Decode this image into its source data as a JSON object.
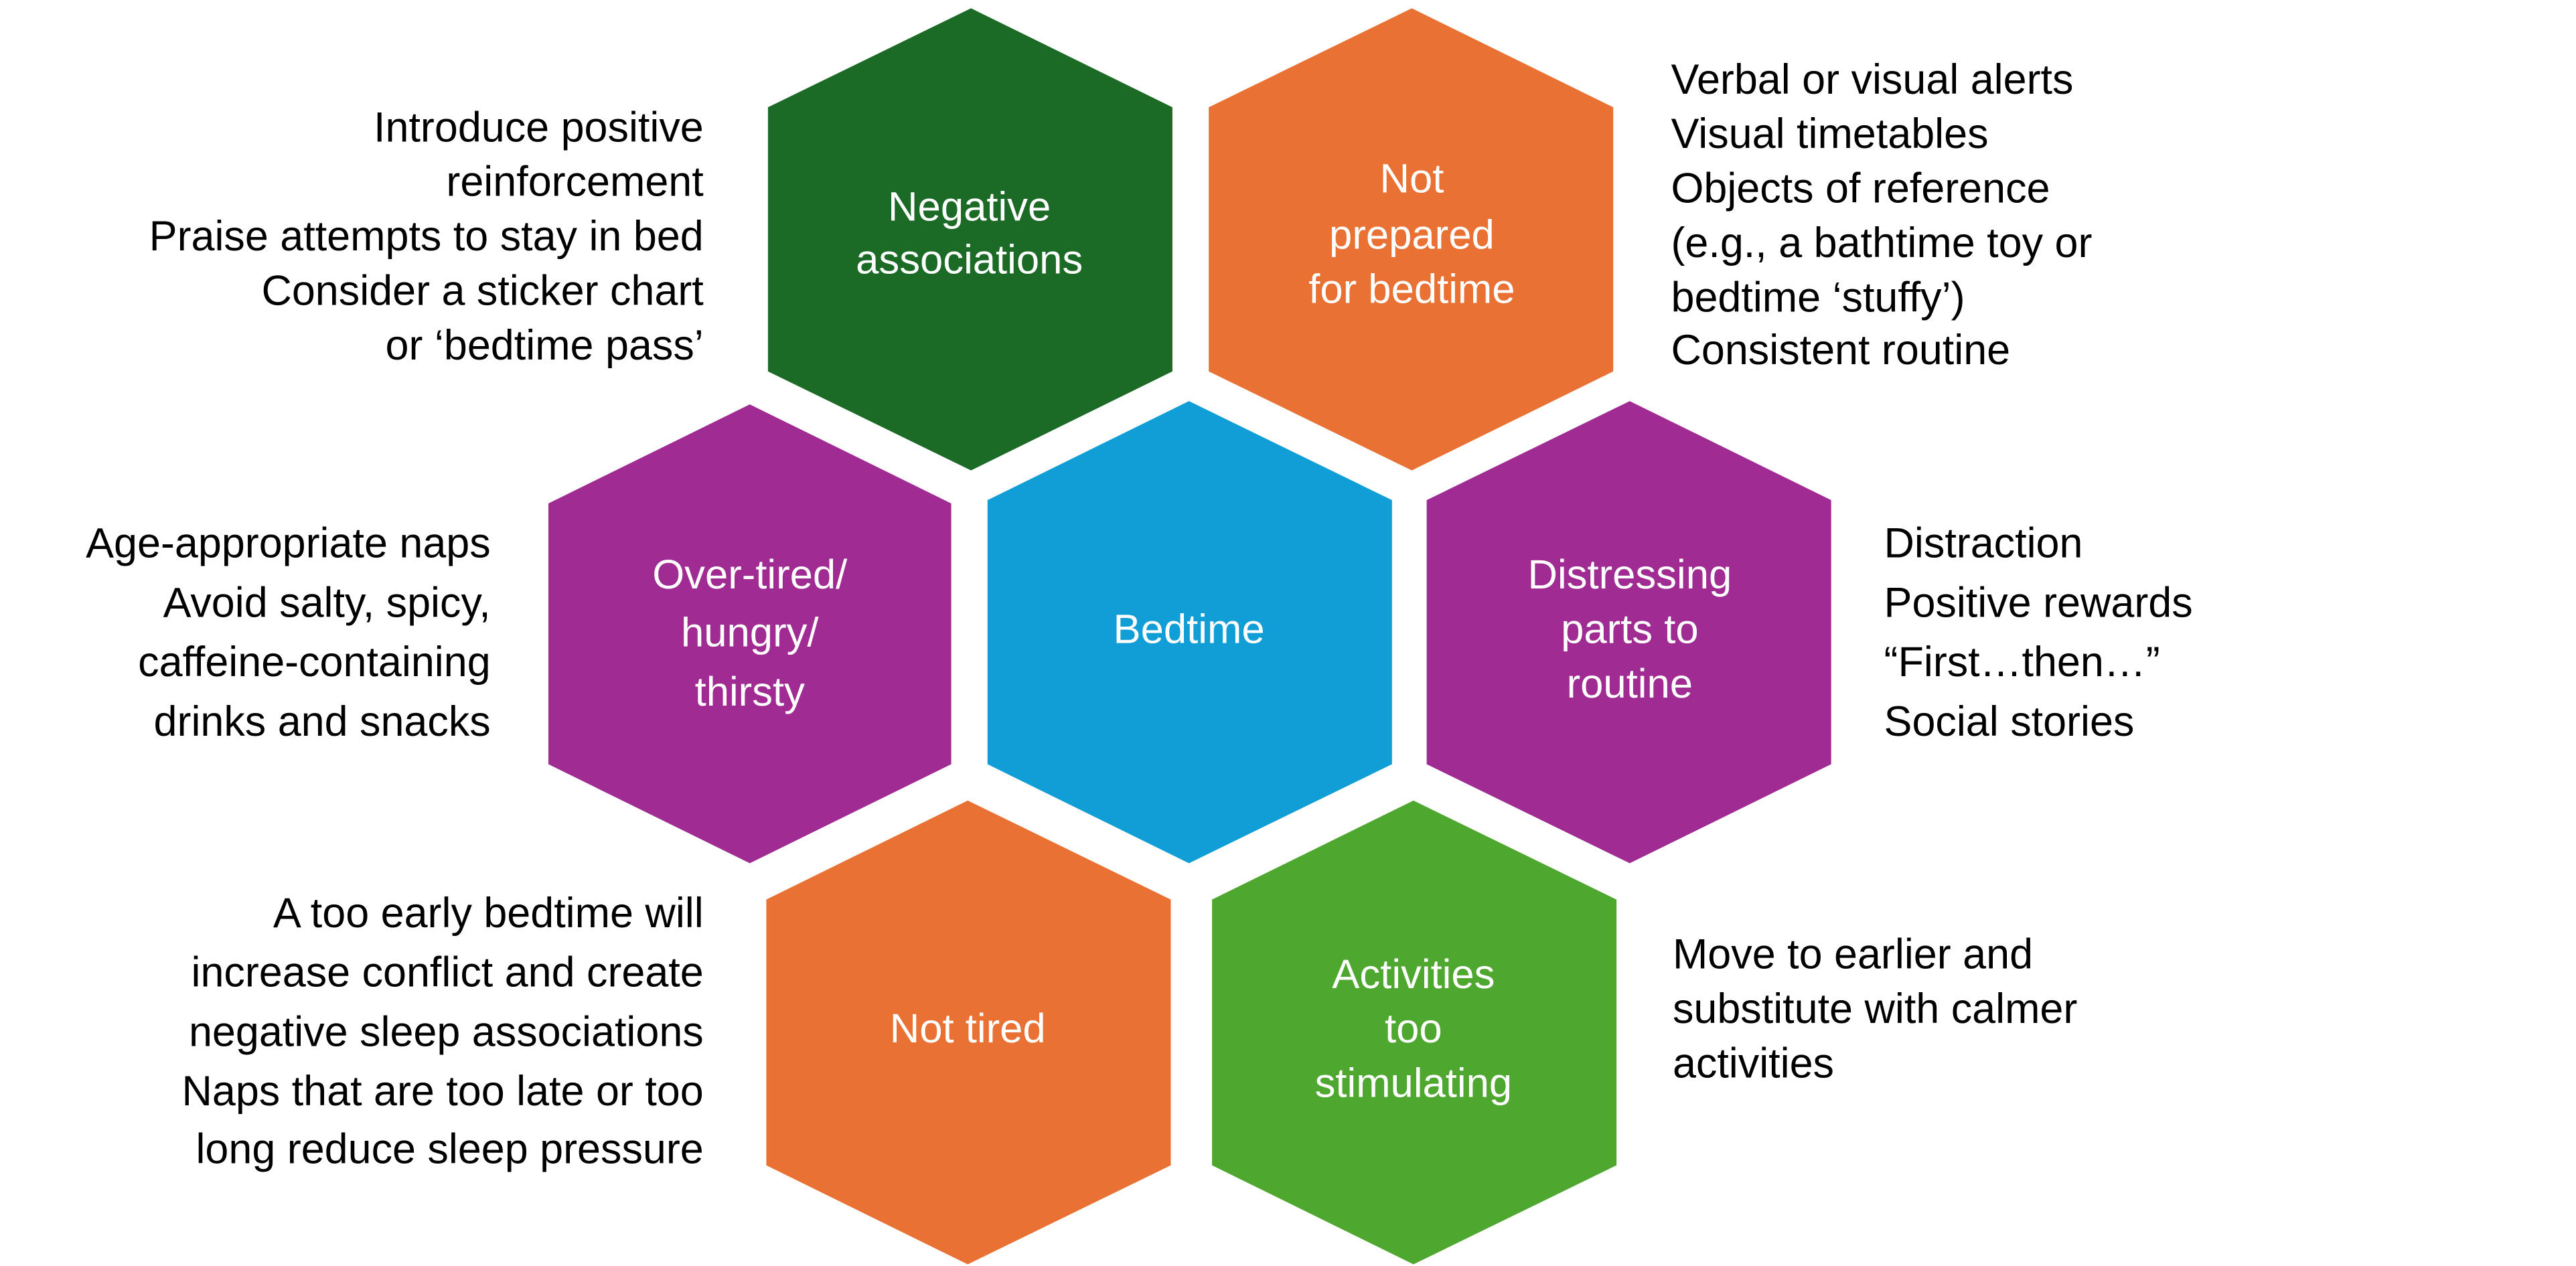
{
  "colors": {
    "dark_green": "#1B6B27",
    "orange": "#E87133",
    "purple": "#A02B93",
    "blue": "#119ED6",
    "light_green": "#4EA72E"
  },
  "hexagons": {
    "center": {
      "lines": [
        "Bedtime"
      ]
    },
    "negative": {
      "lines": [
        "Negative",
        "associations"
      ]
    },
    "not_prepared": {
      "lines": [
        "Not",
        "prepared",
        "for bedtime"
      ]
    },
    "over_tired": {
      "lines": [
        "Over-tired/",
        "hungry/",
        "thirsty"
      ]
    },
    "distressing": {
      "lines": [
        "Distressing",
        "parts to",
        "routine"
      ]
    },
    "not_tired": {
      "lines": [
        "Not tired"
      ]
    },
    "activities": {
      "lines": [
        "Activities",
        "too",
        "stimulating"
      ]
    }
  },
  "notes": {
    "negative": [
      "Introduce positive",
      "reinforcement",
      "Praise attempts to stay in bed",
      "Consider a sticker chart",
      "or ‘bedtime pass’"
    ],
    "not_prepared": [
      "Verbal or visual alerts",
      "Visual timetables",
      "Objects of reference",
      "(e.g., a bathtime toy or",
      "bedtime ‘stuffy’)",
      "Consistent routine"
    ],
    "over_tired": [
      "Age-appropriate naps",
      "Avoid salty, spicy,",
      "caffeine-containing",
      "drinks and snacks"
    ],
    "distressing": [
      "Distraction",
      "Positive rewards",
      "“First…then…”",
      "Social stories"
    ],
    "not_tired": [
      "A too early bedtime will",
      "increase conflict and create",
      "negative sleep associations",
      "Naps that are too late or too",
      "long reduce sleep pressure"
    ],
    "activities": [
      "Move to earlier and",
      "substitute with calmer",
      "activities"
    ]
  }
}
